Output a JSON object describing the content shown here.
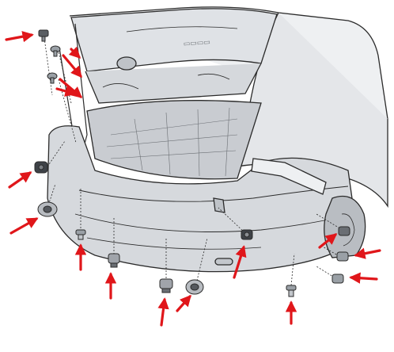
{
  "colors": {
    "background": "#ffffff",
    "line": "#2b2b2b",
    "body_fill": "#e4e6e9",
    "bumper_fill": "#d6d9dd",
    "trunk_fill": "#c9ccd1",
    "shadow": "#9fa3a8",
    "arrow": "#e0161a"
  },
  "callouts": [
    {
      "name": "arrow-clip-top-left",
      "target": "push-clip"
    },
    {
      "name": "arrow-screw-upper-a",
      "target": "screw"
    },
    {
      "name": "arrow-screw-upper-b",
      "target": "screw"
    },
    {
      "name": "arrow-screw-mid-a",
      "target": "screw"
    },
    {
      "name": "arrow-screw-mid-b",
      "target": "screw"
    },
    {
      "name": "arrow-grommet-left",
      "target": "grommet"
    },
    {
      "name": "arrow-washer-left",
      "target": "washer-nut"
    },
    {
      "name": "arrow-bolt-bottom-1",
      "target": "bolt"
    },
    {
      "name": "arrow-clip-bottom-2",
      "target": "push-clip"
    },
    {
      "name": "arrow-clip-bottom-3",
      "target": "push-clip"
    },
    {
      "name": "arrow-washer-bottom-4",
      "target": "washer-nut"
    },
    {
      "name": "arrow-clip-center",
      "target": "push-clip"
    },
    {
      "name": "arrow-bolt-right-bottom",
      "target": "bolt"
    },
    {
      "name": "arrow-clip-right-1",
      "target": "push-clip"
    },
    {
      "name": "arrow-clip-right-2",
      "target": "push-clip"
    },
    {
      "name": "arrow-clip-right-3",
      "target": "push-clip"
    }
  ]
}
